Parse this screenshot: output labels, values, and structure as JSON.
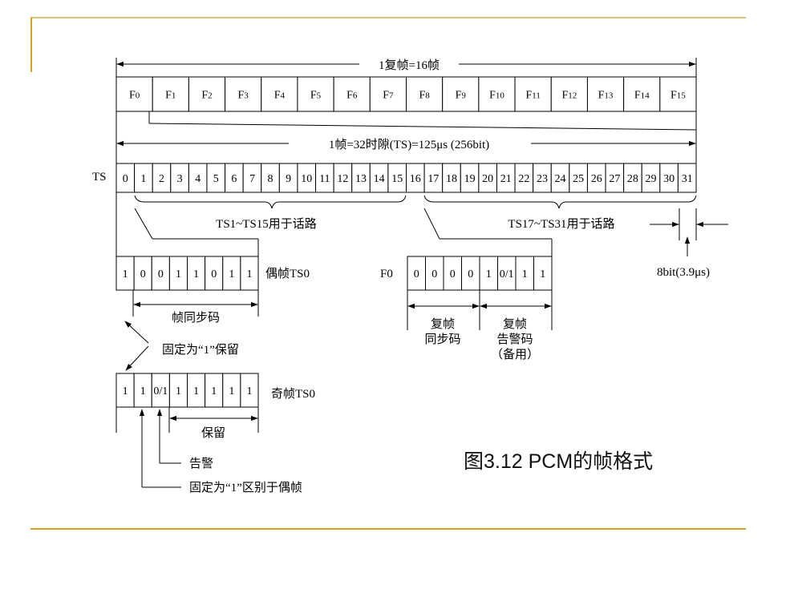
{
  "colors": {
    "accent": "#D4A020",
    "ink": "#000000"
  },
  "multiframe": {
    "label": "1复帧=16帧",
    "frames": [
      "F0",
      "F1",
      "F2",
      "F3",
      "F4",
      "F5",
      "F6",
      "F7",
      "F8",
      "F9",
      "F10",
      "F11",
      "F12",
      "F13",
      "F14",
      "F15"
    ]
  },
  "frame": {
    "label": "1帧=32时隙(TS)=125μs (256bit)",
    "row_label": "TS",
    "slots": [
      "0",
      "1",
      "2",
      "3",
      "4",
      "5",
      "6",
      "7",
      "8",
      "9",
      "10",
      "11",
      "12",
      "13",
      "14",
      "15",
      "16",
      "17",
      "18",
      "19",
      "20",
      "21",
      "22",
      "23",
      "24",
      "25",
      "26",
      "27",
      "28",
      "29",
      "30",
      "31"
    ],
    "voice_low": "TS1~TS15用于话路",
    "voice_high": "TS17~TS31用于话路",
    "slot_size": "8bit(3.9μs)"
  },
  "even_ts0": {
    "bits": [
      "1",
      "0",
      "0",
      "1",
      "1",
      "0",
      "1",
      "1"
    ],
    "label": "偶帧TS0",
    "sync": "帧同步码",
    "fixed_reserved": "固定为“1”保留"
  },
  "odd_ts0": {
    "bits": [
      "1",
      "1",
      "0/1",
      "1",
      "1",
      "1",
      "1",
      "1"
    ],
    "label": "奇帧TS0",
    "reserved": "保留",
    "alarm": "告警",
    "fixed_distinct": "固定为“1”区别于偶帧"
  },
  "ts16": {
    "frame_label": "F0",
    "bits": [
      "0",
      "0",
      "0",
      "0",
      "1",
      "0/1",
      "1",
      "1"
    ],
    "mf_sync": [
      "复帧",
      "同步码"
    ],
    "mf_alarm": [
      "复帧",
      "告警码",
      "（备用）"
    ]
  },
  "caption": "图3.12 PCM的帧格式"
}
